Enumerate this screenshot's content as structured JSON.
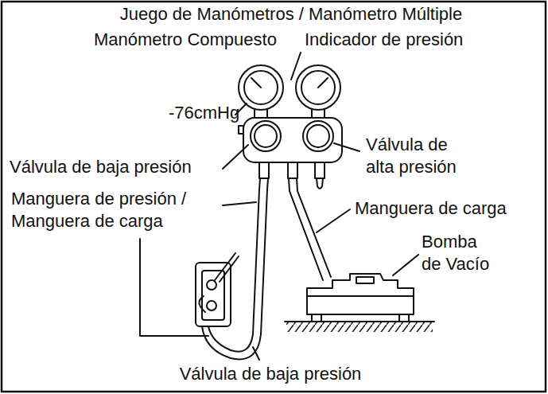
{
  "diagram": {
    "labels": [
      "Juego de Manómetros / Manómetro Múltiple",
      "Manómetro Compuesto",
      "Indicador de presión",
      "-76cmHg",
      "Válvula de baja presión",
      "Válvula de alta presión",
      "Manguera de presión / Manguera de carga",
      "Manguera de carga",
      "Bomba de Vacío",
      "Válvula de baja presión"
    ]
  }
}
